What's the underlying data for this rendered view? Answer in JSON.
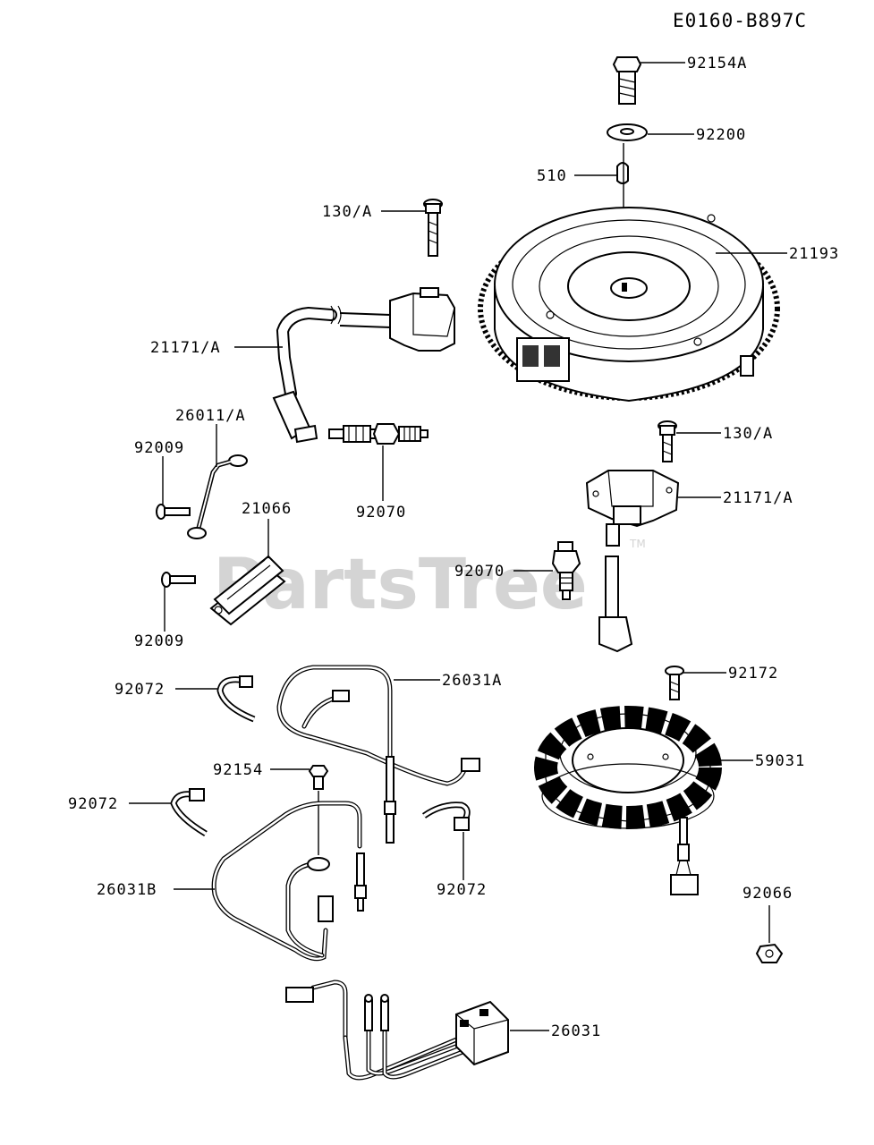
{
  "diagram_code": "E0160-B897C",
  "watermark": "PartsTree",
  "watermark_tm": "TM",
  "labels": {
    "p92154A": "92154A",
    "p92200": "92200",
    "p510": "510",
    "p21193": "21193",
    "p130A_top": "130/A",
    "p21171A_top": "21171/A",
    "p26011A": "26011/A",
    "p92009_top": "92009",
    "p21066": "21066",
    "p92070_bottom": "92070",
    "p130A_right": "130/A",
    "p21171A_right": "21171/A",
    "p92070_left": "92070",
    "p92009_bottom": "92009",
    "p92072_a": "92072",
    "p26031A": "26031A",
    "p92172": "92172",
    "p92154": "92154",
    "p59031": "59031",
    "p92072_b": "92072",
    "p26031B": "26031B",
    "p92072_c": "92072",
    "p92066": "92066",
    "p26031": "26031"
  }
}
